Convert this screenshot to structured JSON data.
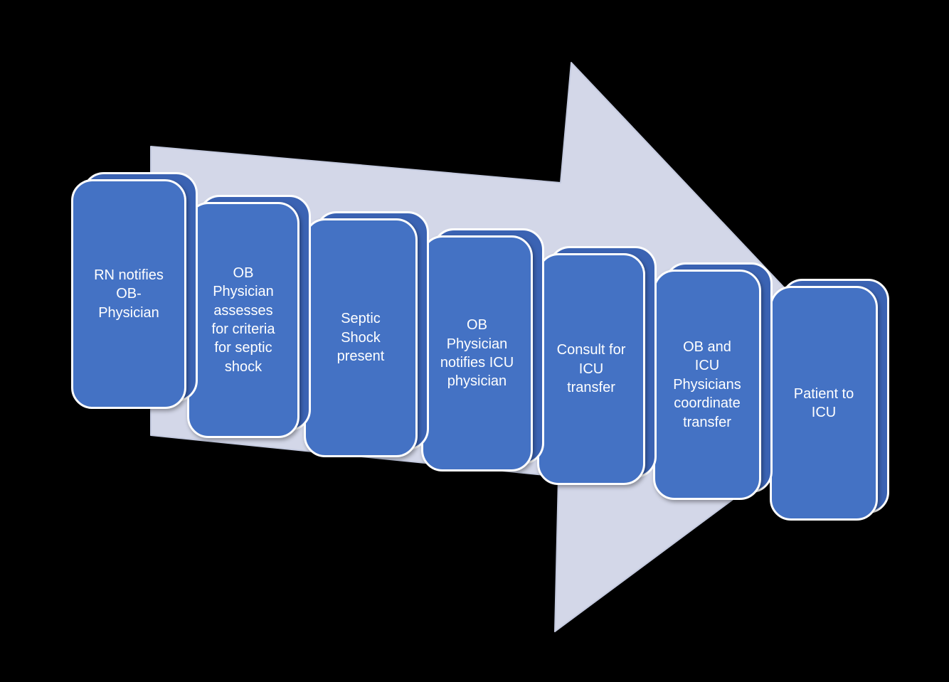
{
  "colors": {
    "background": "#000000",
    "arrow_fill": "#D3D7E8",
    "arrow_stroke": "#C4CADF",
    "box_fill": "#4472C4",
    "box_back": "#3B63B3",
    "box_border": "#FFFFFF",
    "text_color": "#FFFFFF"
  },
  "arrow": {
    "name": "process-flow-arrow",
    "direction": "right"
  },
  "steps": [
    {
      "label": "RN notifies OB-Physician"
    },
    {
      "label": "OB Physician assesses for criteria for septic shock"
    },
    {
      "label": "Septic Shock present"
    },
    {
      "label": "OB Physician notifies ICU physician"
    },
    {
      "label": "Consult for ICU transfer"
    },
    {
      "label": "OB and ICU Physicians coordinate transfer"
    },
    {
      "label": "Patient to ICU"
    }
  ]
}
